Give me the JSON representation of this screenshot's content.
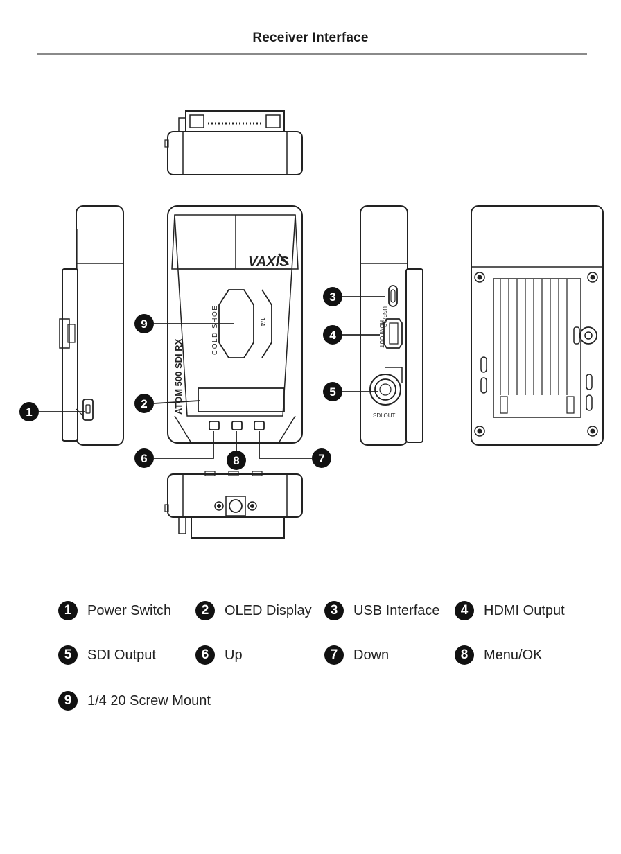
{
  "title": "Receiver Interface",
  "device": {
    "brand_logo": "VAXIS",
    "model_text": "ATOM 500 SDI RX",
    "cold_shoe_text": "COLD SHOE",
    "mount_text": "1/4",
    "port_labels": {
      "usb": "USB/DC",
      "hdmi": "HDMI OUT",
      "sdi": "SDI OUT"
    }
  },
  "callouts": [
    "1",
    "2",
    "3",
    "4",
    "5",
    "6",
    "7",
    "8",
    "9"
  ],
  "legend": [
    {
      "num": "1",
      "label": "Power Switch"
    },
    {
      "num": "2",
      "label": "OLED Display"
    },
    {
      "num": "3",
      "label": "USB Interface"
    },
    {
      "num": "4",
      "label": "HDMI Output"
    },
    {
      "num": "5",
      "label": "SDI Output"
    },
    {
      "num": "6",
      "label": "Up"
    },
    {
      "num": "7",
      "label": "Down"
    },
    {
      "num": "8",
      "label": "Menu/OK"
    },
    {
      "num": "9",
      "label": "1/4 20 Screw Mount"
    }
  ]
}
